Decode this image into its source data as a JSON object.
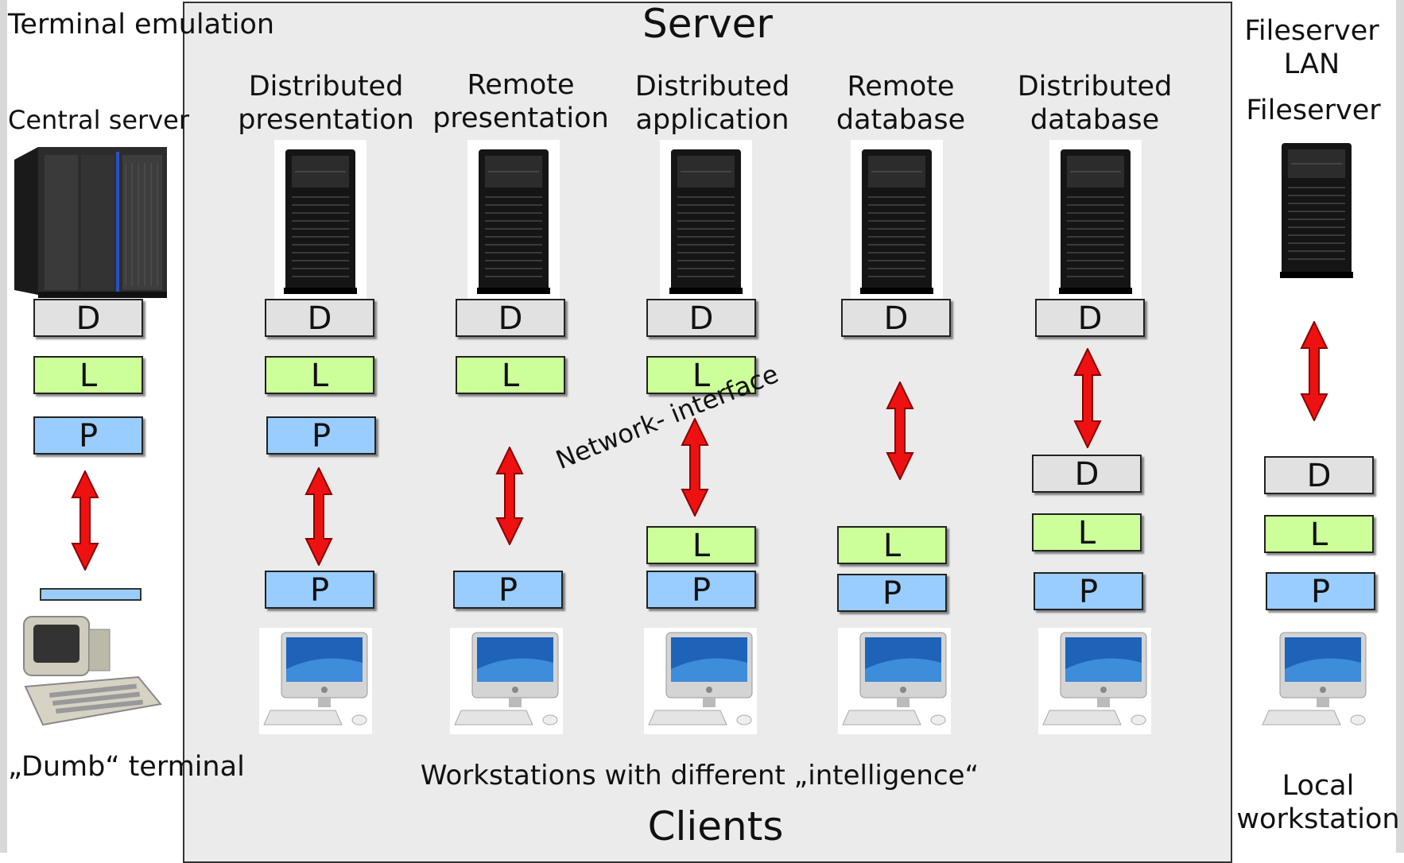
{
  "left": {
    "title": "Terminal emulation",
    "subtitle": "Central server",
    "bottom_label": "„Dumb“ terminal"
  },
  "middle": {
    "server_title": "Server",
    "clients_title": "Clients",
    "workstations_label": "Workstations with different „intelligence“",
    "network_interface_label": "Network- interface",
    "columns": [
      {
        "title": "Distributed presentation"
      },
      {
        "title": "Remote presentation"
      },
      {
        "title": "Distributed application"
      },
      {
        "title": "Remote database"
      },
      {
        "title": "Distributed database"
      }
    ]
  },
  "right": {
    "title": "Fileserver LAN",
    "subtitle": "Fileserver",
    "bottom_label": "Local workstation"
  },
  "layers": {
    "d": "D",
    "l": "L",
    "p": "P"
  },
  "colors": {
    "data_layer": "#e1e1e1",
    "logic_layer": "#ccff99",
    "presentation_layer": "#99ccff",
    "arrow": "#ee1111",
    "panel_background": "#ebebeb"
  }
}
